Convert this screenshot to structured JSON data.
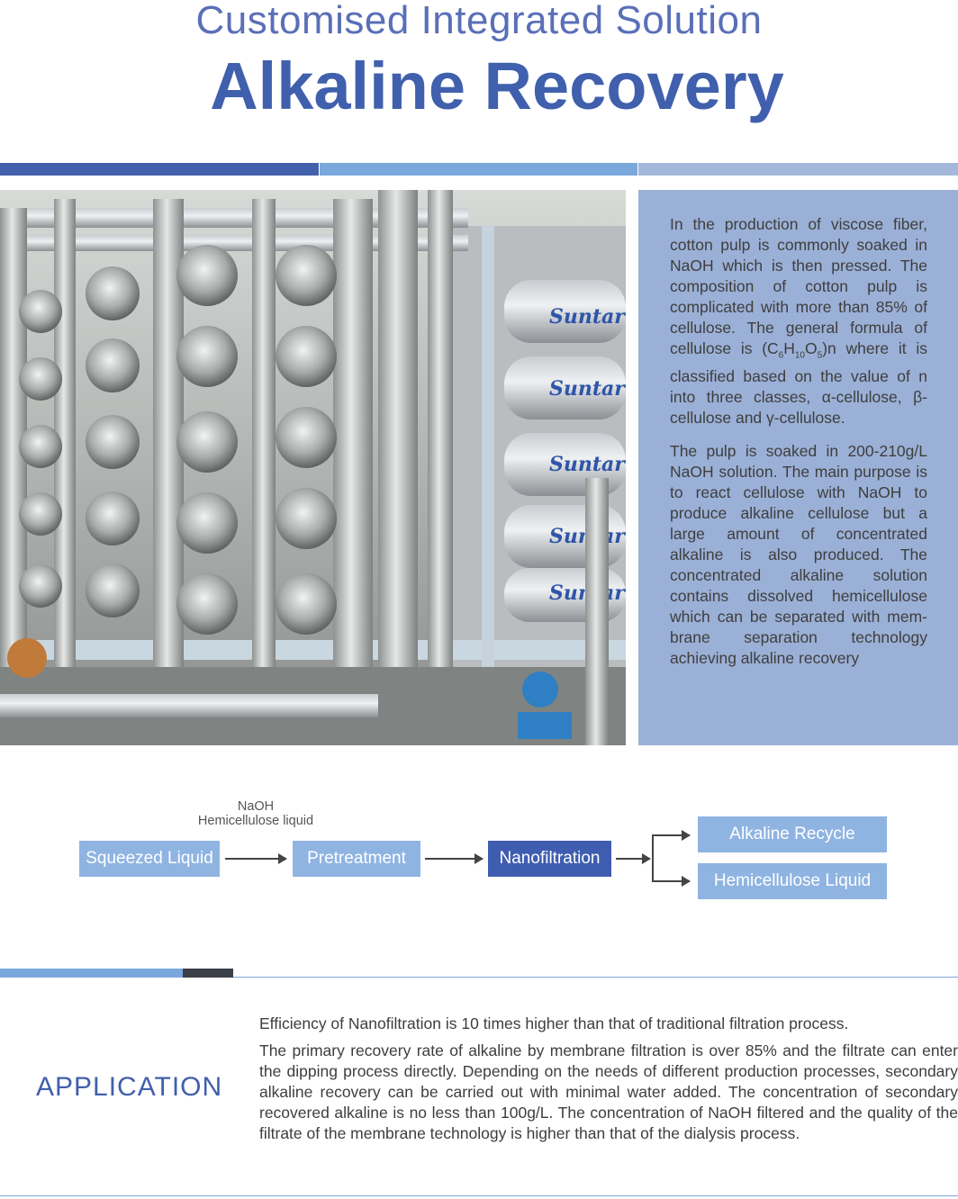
{
  "header": {
    "subtitle": "Customised Integrated Solution",
    "title": "Alkaline Recovery"
  },
  "colors": {
    "title": "#4060ad",
    "bar_dark": "#4360ad",
    "bar_mid": "#7aa8dc",
    "bar_light": "#a4b8dc",
    "desc_box": "#9bb0d6",
    "flow_light": "#8fb4e2",
    "flow_dark": "#3f5db0"
  },
  "photo": {
    "brand_text": "Suntar"
  },
  "description": {
    "p1_a": "In the production of viscose fiber, cotton pulp is commonly soaked in NaOH which is then pressed. The composition of cotton pulp is complicated with more than 85% of cellulose. The general formula of cellulose is (C",
    "sub6": "6",
    "H": "H",
    "sub10": "10",
    "O": "O",
    "sub5": "5",
    "p1_b": ")n where it is classified based on the value of n into three classes, α-cellulose, β-cellulose and γ-cellulose.",
    "p2": "The pulp is soaked in 200-210g/L NaOH solution. The main purpose is to react cellulose with NaOH to produce alkaline cellulose but a large amount of concentrated alkaline is also produced. The concentrated alkaline solution contains dissolved hemicellulose which can be separated with mem-brane separation technology achieving alkaline recovery"
  },
  "flow": {
    "label_line1": "NaOH",
    "label_line2": "Hemicellulose liquid",
    "step1": "Squeezed Liquid",
    "step2": "Pretreatment",
    "step3": "Nanofiltration",
    "out1": "Alkaline Recycle",
    "out2": "Hemicellulose Liquid"
  },
  "application": {
    "heading": "APPLICATION",
    "p1": "Efficiency of Nanofiltration is 10 times higher than that of traditional filtration process.",
    "p2": "The primary recovery rate of alkaline by membrane filtration is over 85% and the filtrate can enter the dipping process directly. Depending on the needs of different production processes, secondary alkaline recovery can be carried out with minimal water added. The concentration of secondary recovered alkaline is no less than 100g/L. The concentration of NaOH filtered and the quality of the filtrate of the membrane technology is higher than that of the dialysis process."
  }
}
